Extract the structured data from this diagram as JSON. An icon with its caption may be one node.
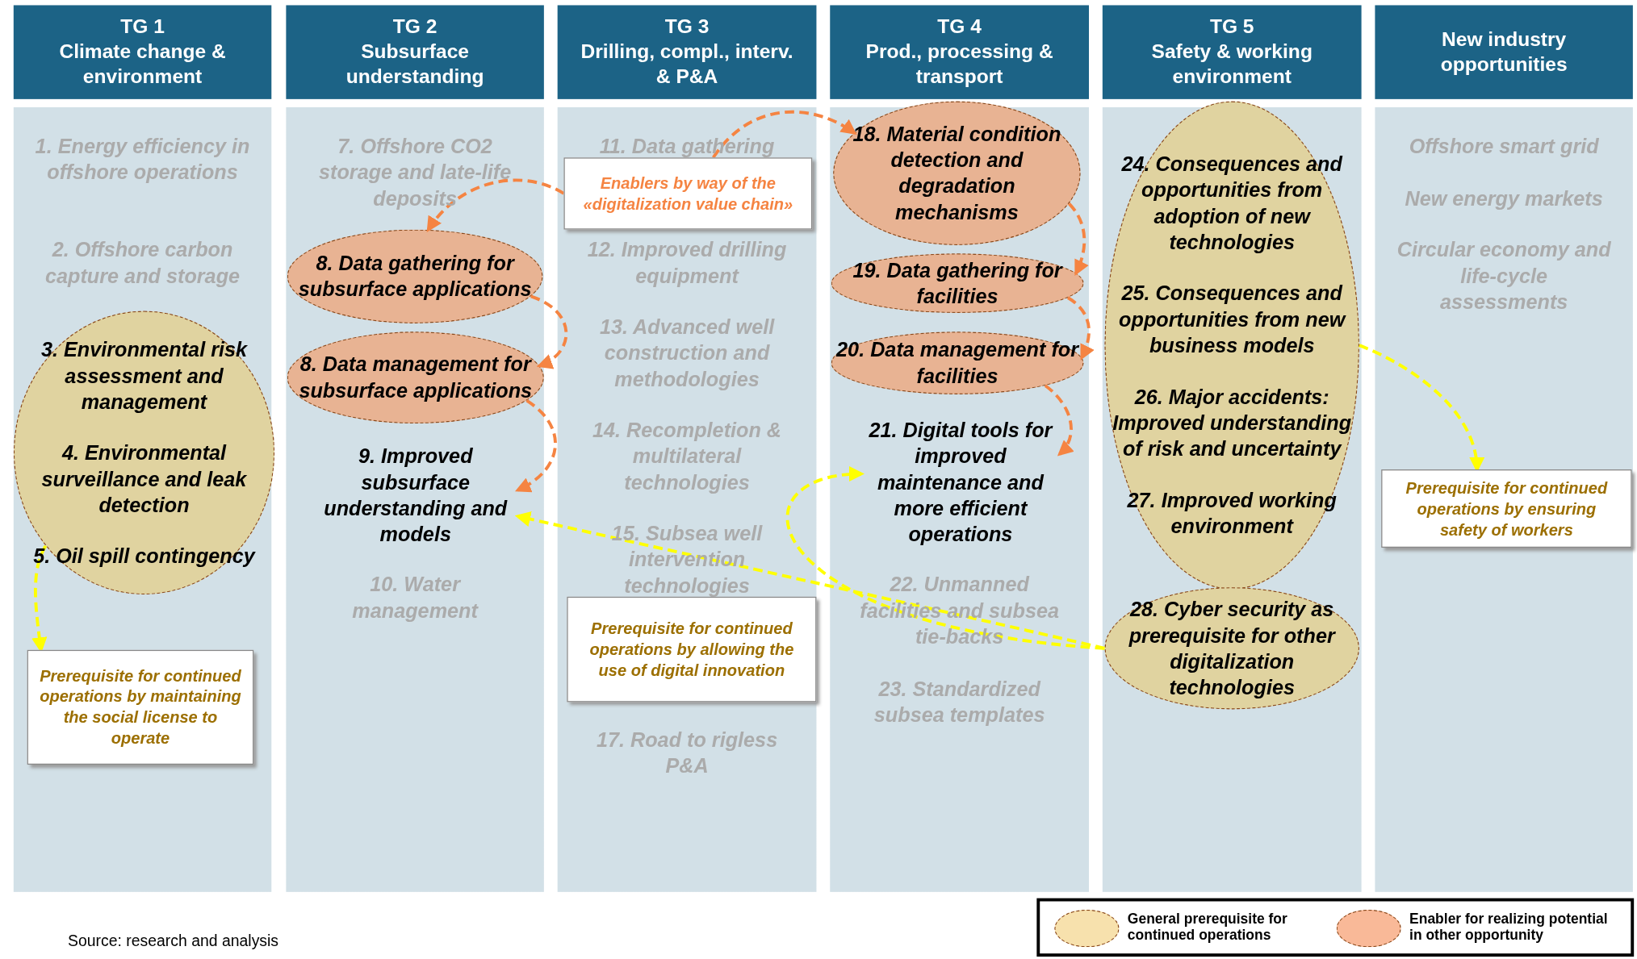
{
  "diagram": {
    "nodes": [
      {
        "text": [
          "TG 1",
          "Climate change & environment",
          "1.    Energy efficiency in offshore operations",
          "2. Offshore carbon capture and storage"
        ]
      },
      {
        "text": [
          "3. Environmental risk assessment and management",
          "4. Environmental surveillance and leak detection",
          "5. Oil spill contingency"
        ],
        "in": 0
      },
      {
        "text": [
          "Prerequisite for continued operations by maintaining the social license to operate"
        ],
        "in": 0
      },
      {
        "text": [
          "TG 2",
          "Subsurface understanding",
          "7. Offshore CO2 storage and late-life deposits",
          "10. Water management"
        ]
      },
      {
        "text": [
          "8. Data gathering for subsurface applications"
        ],
        "in": 3
      },
      {
        "text": [
          "8. Data management for subsurface applications"
        ],
        "in": 3
      },
      {
        "text": [
          "9. Improved subsurface understanding and models"
        ],
        "in": 3
      },
      {
        "text": [
          "TG 3",
          "Drilling, compl., interv. & P&A",
          "11. Data gathering",
          "12. Improved drilling equipment",
          "13. Advanced well construction and methodologies",
          "14. Recompletion & multilateral technologies",
          "15. Subsea well intervention technologies",
          "17. Road to rigless P&A"
        ]
      },
      {
        "text": [
          "Enablers by way of the «digitalization value chain»"
        ],
        "in": 7
      },
      {
        "text": [
          "Prerequisite for continued operations by allowing the use of digital innovation"
        ],
        "in": 7
      },
      {
        "text": [
          "TG 4",
          "Prod., processing & transport",
          "22. Unmanned facilities and subsea tie-backs",
          "23. Standardized subsea templates"
        ]
      },
      {
        "text": [
          "18. Material condition detection and degradation mechanisms"
        ],
        "in": 10
      },
      {
        "text": [
          "19. Data gathering for facilities"
        ],
        "in": 10
      },
      {
        "text": [
          "20. Data management for facilities"
        ],
        "in": 10
      },
      {
        "text": [
          "21. Digital tools for improved maintenance and more efficient operations"
        ],
        "in": 10
      },
      {
        "text": [
          "TG 5",
          "Safety & working environment"
        ]
      },
      {
        "text": [
          "24. Consequences and opportunities from adoption of new technologies",
          "25. Consequences and opportunities from new business models",
          "26. Major accidents: Improved understanding of risk and uncertainty",
          "27. Improved working environment"
        ],
        "in": 15
      },
      {
        "text": [
          "28. Cyber security as prerequisite for other digitalization technologies"
        ],
        "in": 15
      },
      {
        "text": [
          "New industry opportunities",
          "Offshore smart grid",
          "New energy markets",
          "Circular economy and life-cycle assessments"
        ]
      },
      {
        "text": [
          "Prerequisite for continued operations by ensuring safety of workers"
        ],
        "in": 18
      }
    ],
    "edges": [
      {
        "from": 8,
        "to": 4,
        "arrow": "to",
        "style": "dashed",
        "color": "#f58442"
      },
      {
        "from": 4,
        "to": 5,
        "arrow": "to",
        "style": "dashed",
        "color": "#f58442"
      },
      {
        "from": 5,
        "to": 6,
        "arrow": "to",
        "style": "dashed",
        "color": "#f58442"
      },
      {
        "from": 8,
        "to": 11,
        "arrow": "to",
        "style": "dashed",
        "color": "#f58442"
      },
      {
        "from": 11,
        "to": 12,
        "arrow": "to",
        "style": "dashed",
        "color": "#f58442"
      },
      {
        "from": 12,
        "to": 13,
        "arrow": "to",
        "style": "dashed",
        "color": "#f58442"
      },
      {
        "from": 13,
        "to": 14,
        "arrow": "to",
        "style": "dashed",
        "color": "#f58442"
      },
      {
        "from": 1,
        "to": 2,
        "arrow": "to",
        "style": "dashed",
        "color": "#ffff00"
      },
      {
        "from": 16,
        "to": 19,
        "arrow": "to",
        "style": "dashed",
        "color": "#ffff00"
      },
      {
        "from": 17,
        "to": 6,
        "arrow": "to",
        "style": "dashed",
        "color": "#ffff00"
      },
      {
        "from": 17,
        "to": 14,
        "arrow": "to",
        "style": "dashed",
        "color": "#ffff00"
      }
    ],
    "labels": [
      "Source: research and analysis"
    ],
    "legend": [
      {
        "text": "General prerequisite for continued operations",
        "color": "#f7e1ad"
      },
      {
        "text": "Enabler for realizing potential in other opportunity",
        "color": "#f9b998"
      }
    ]
  }
}
